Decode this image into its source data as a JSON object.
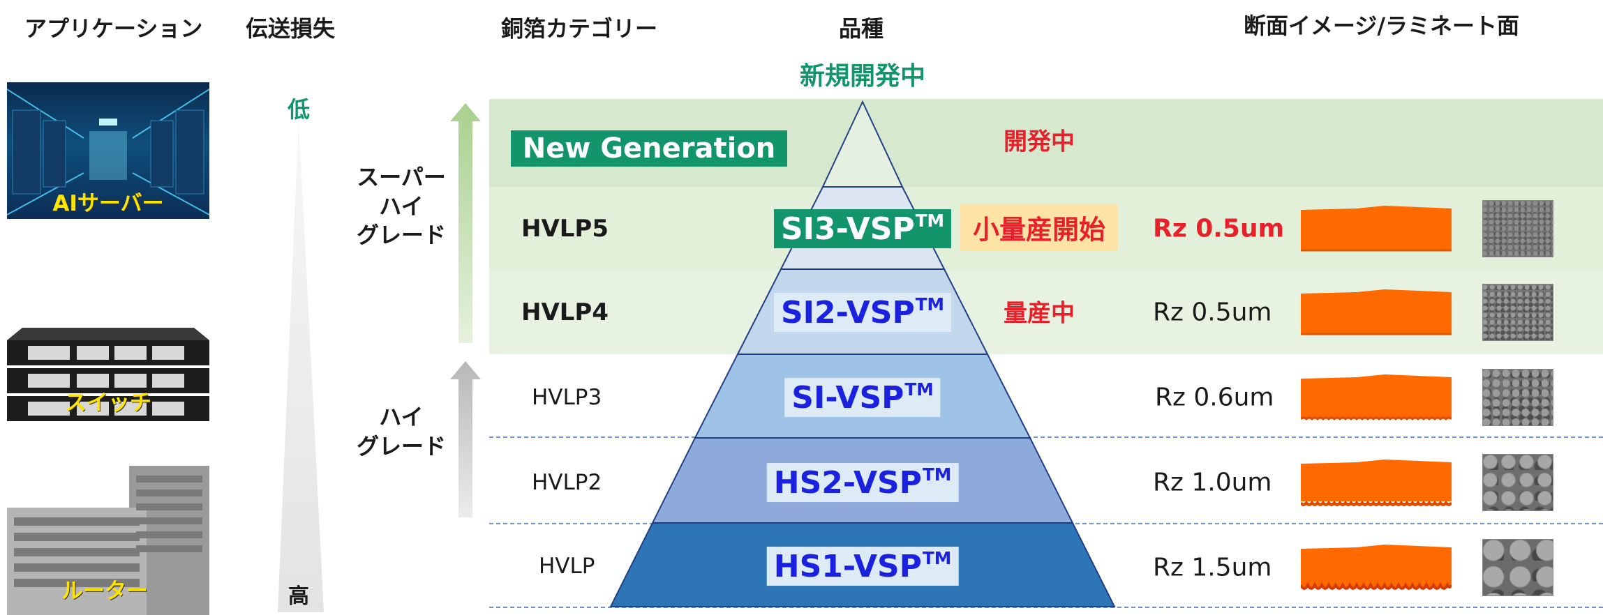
{
  "headers": {
    "application": "アプリケーション",
    "loss": "伝送損失",
    "category": "銅箔カテゴリー",
    "product": "品種",
    "cross_section": "断面イメージ/ラミネート面"
  },
  "new_dev_label": "新規開発中",
  "new_generation_label": "New Generation",
  "loss_scale": {
    "low": "低",
    "high": "高"
  },
  "grade_groups": [
    {
      "label_lines": [
        "スーパー",
        "ハイ",
        "グレード"
      ]
    },
    {
      "label_lines": [
        "ハイ",
        "グレード"
      ]
    }
  ],
  "applications": [
    {
      "label": "AIサーバー",
      "icon": "server-room-icon"
    },
    {
      "label": "スイッチ",
      "icon": "network-switch-icon"
    },
    {
      "label": "ルーター",
      "icon": "router-chassis-icon"
    }
  ],
  "tiers": [
    {
      "category": "HVLP5",
      "product": "SI3-VSP",
      "tm": "TM",
      "status": "小量産開始",
      "rz": "Rz 0.5um"
    },
    {
      "category": "HVLP4",
      "product": "SI2-VSP",
      "tm": "TM",
      "status": "量産中",
      "rz": "Rz 0.5um"
    },
    {
      "category": "HVLP3",
      "product": "SI-VSP",
      "tm": "TM",
      "status": "",
      "rz": "Rz 0.6um"
    },
    {
      "category": "HVLP2",
      "product": "HS2-VSP",
      "tm": "TM",
      "status": "",
      "rz": "Rz 1.0um"
    },
    {
      "category": "HVLP",
      "product": "HS1-VSP",
      "tm": "TM",
      "status": "",
      "rz": "Rz 1.5um"
    }
  ],
  "top_status": "開発中",
  "colors": {
    "green_accent": "#13956b",
    "band_top": "#d6e9cf",
    "band_hvlp5": "#e2f0da",
    "band_hvlp4": "#e7f2e0",
    "pyramid_top": "#e6f0e1",
    "pyramid_hvlp5": "#dbe6f2",
    "pyramid_hvlp4": "#c3d7ec",
    "pyramid_hvlp3": "#9ec3e6",
    "pyramid_hvlp2": "#8eaadb",
    "pyramid_hvlp": "#2e75b6",
    "product_blue": "#1a22e0",
    "status_red": "#e8202a",
    "status_hvlp5_bg": "#fde4a6",
    "cross_orange": "#ff6a00"
  }
}
